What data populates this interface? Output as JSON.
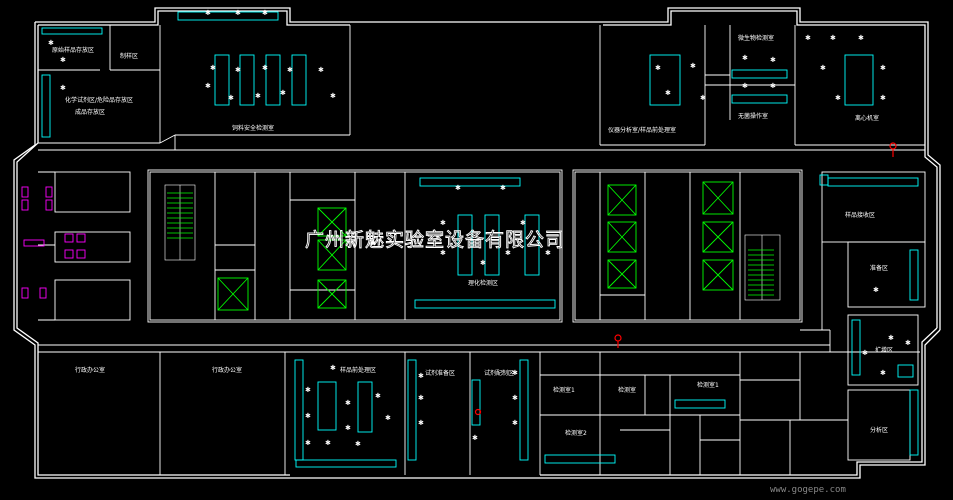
{
  "watermark": {
    "company": "广州新魅实验室设备有限公司",
    "site": "www.gogepe.com"
  },
  "rooms": {
    "top_left_1": "原始样品存放区",
    "top_left_2": "制样区",
    "top_left_3": "化学试剂区/危险品存放区",
    "top_left_4": "成品存放区",
    "safety_lab": "饲料安全检测室",
    "top_right_1": "仪器分析室/样品前处理室",
    "top_right_2": "微生物检测室",
    "top_right_3": "无菌操作室",
    "top_right_4": "离心机室",
    "center_lab": "理化检测区",
    "right_1": "样品接收区",
    "right_2": "准备区",
    "right_3": "扩增区",
    "right_4": "分析区",
    "bottom_1": "行政办公室",
    "bottom_2": "行政办公室",
    "bottom_3": "样品前处理区",
    "bottom_4": "试剂准备区",
    "bottom_5": "试剂配制区",
    "bottom_6": "检测室1",
    "bottom_7": "检测室",
    "bottom_8": "检测室2",
    "bottom_9": "检测室1"
  },
  "colors": {
    "background": "#000000",
    "wall": "#ffffff",
    "furniture": "#00ffff",
    "elevator": "#00ff00",
    "fixture": "#ff00ff",
    "marker": "#ff0000"
  }
}
